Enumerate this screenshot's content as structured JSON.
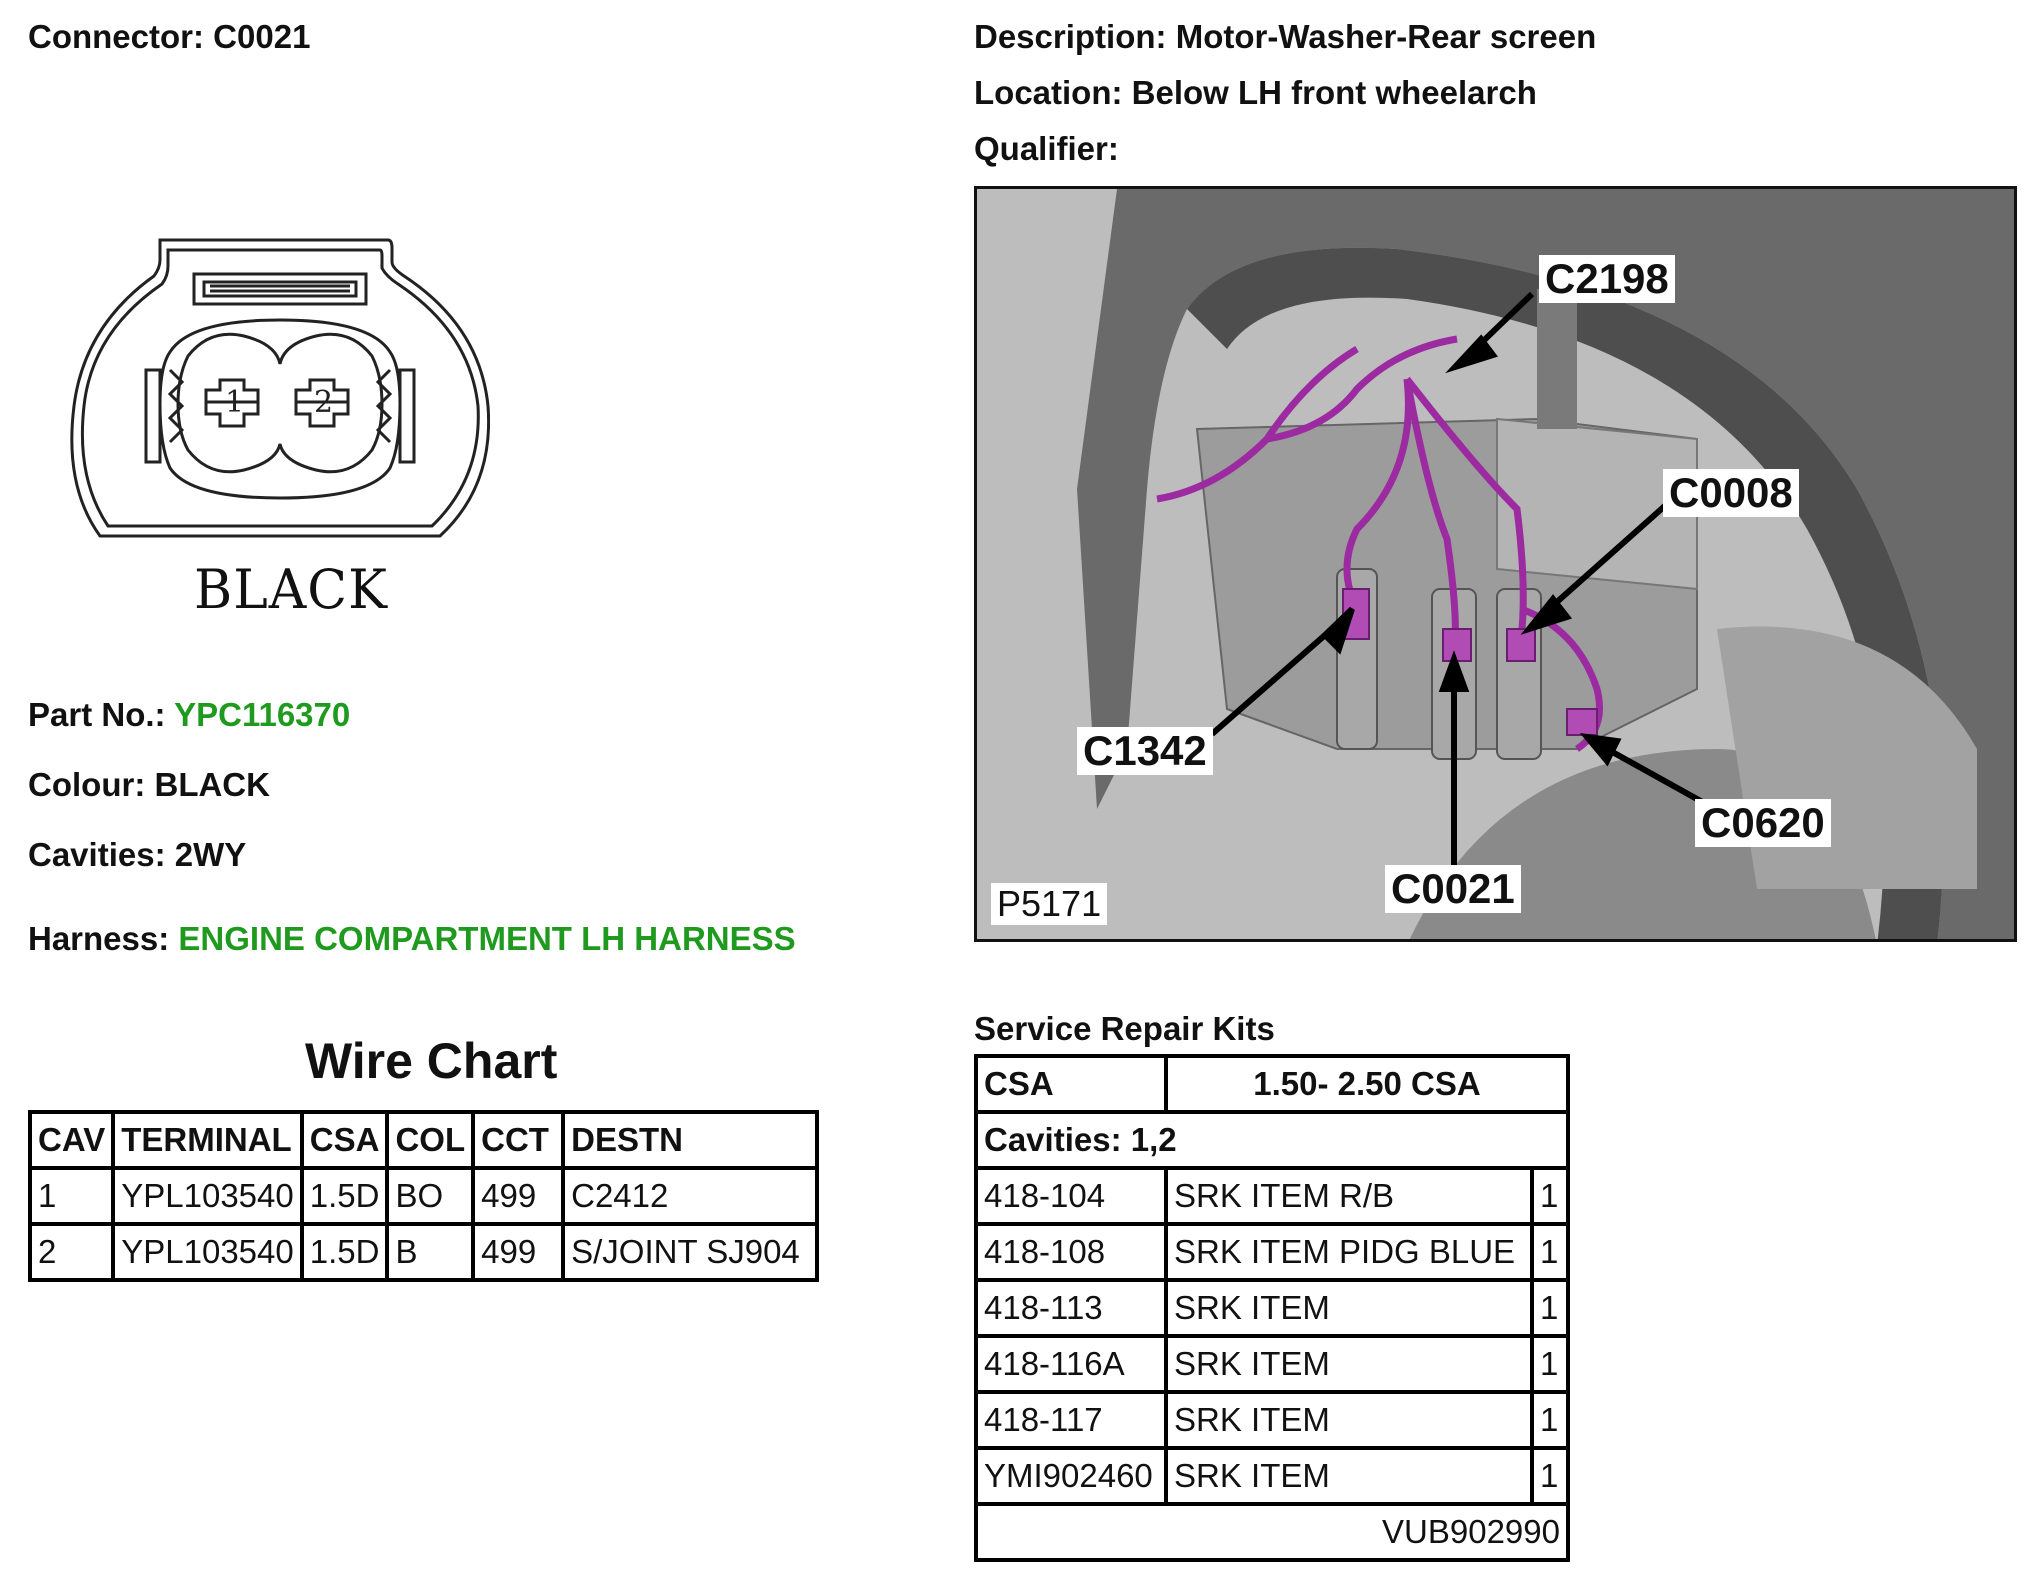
{
  "header": {
    "connector_label": "Connector:",
    "connector_value": "C0021",
    "description_label": "Description:",
    "description_value": "Motor-Washer-Rear screen",
    "location_label": "Location:",
    "location_value": "Below LH front wheelarch",
    "qualifier_label": "Qualifier:"
  },
  "connector": {
    "color_text": "BLACK",
    "pin_1": "1",
    "pin_2": "2"
  },
  "details": {
    "part_label": "Part No.:",
    "part_value": "YPC116370",
    "colour_label": "Colour:",
    "colour_value": "BLACK",
    "cavities_label": "Cavities:",
    "cavities_value": "2WY",
    "harness_label": "Harness:",
    "harness_value": "ENGINE COMPARTMENT LH HARNESS"
  },
  "photo": {
    "image_number": "P5171",
    "callouts": [
      "C2198",
      "C0008",
      "C1342",
      "C0620",
      "C0021"
    ]
  },
  "wire_chart": {
    "title": "Wire Chart",
    "headers": [
      "CAV",
      "TERMINAL",
      "CSA",
      "COL",
      "CCT",
      "DESTN"
    ],
    "rows": [
      [
        "1",
        "YPL103540",
        "1.5D",
        "BO",
        "499",
        "C2412"
      ],
      [
        "2",
        "YPL103540",
        "1.5D",
        "B",
        "499",
        "S/JOINT SJ904"
      ]
    ]
  },
  "service_kits": {
    "title": "Service Repair Kits",
    "csa_label": "CSA",
    "csa_range": "1.50- 2.50 CSA",
    "cavities": "Cavities: 1,2",
    "rows": [
      [
        "418-104",
        "SRK ITEM R/B",
        "1"
      ],
      [
        "418-108",
        "SRK ITEM PIDG BLUE",
        "1"
      ],
      [
        "418-113",
        "SRK ITEM",
        "1"
      ],
      [
        "418-116A",
        "SRK ITEM",
        "1"
      ],
      [
        "418-117",
        "SRK ITEM",
        "1"
      ],
      [
        "YMI902460",
        "SRK ITEM",
        "1"
      ]
    ],
    "kit_number": "VUB902990"
  }
}
